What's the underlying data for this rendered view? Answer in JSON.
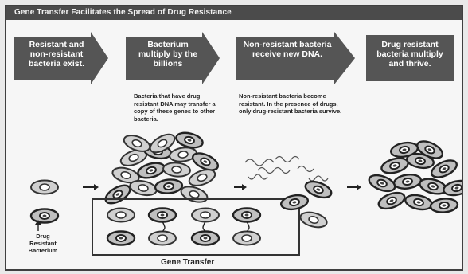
{
  "title": "Gene Transfer Facilitates the Spread of Drug Resistance",
  "steps": [
    {
      "label": "Resistant and non-resistant bacteria exist."
    },
    {
      "label": "Bacterium multiply by the billions"
    },
    {
      "label": "Non-resistant bacteria receive new DNA."
    },
    {
      "label": "Drug resistant bacteria multiply and thrive."
    }
  ],
  "notes": {
    "transfer_note": "Bacteria that have drug resistant DNA may transfer a copy of these genes to other bacteria.",
    "selection_note": "Non-resistant bacteria become resistant. In the presence of drugs, only drug-resistant bacteria survive."
  },
  "labels": {
    "drug_resistant_bacterium": "Drug Resistant Bacterium",
    "gene_transfer": "Gene Transfer"
  },
  "colors": {
    "arrow_fill": "#555555",
    "bacterium_fill": "#d0d0d0",
    "bacterium_stroke": "#333333",
    "title_bar": "#4b4b4b"
  }
}
